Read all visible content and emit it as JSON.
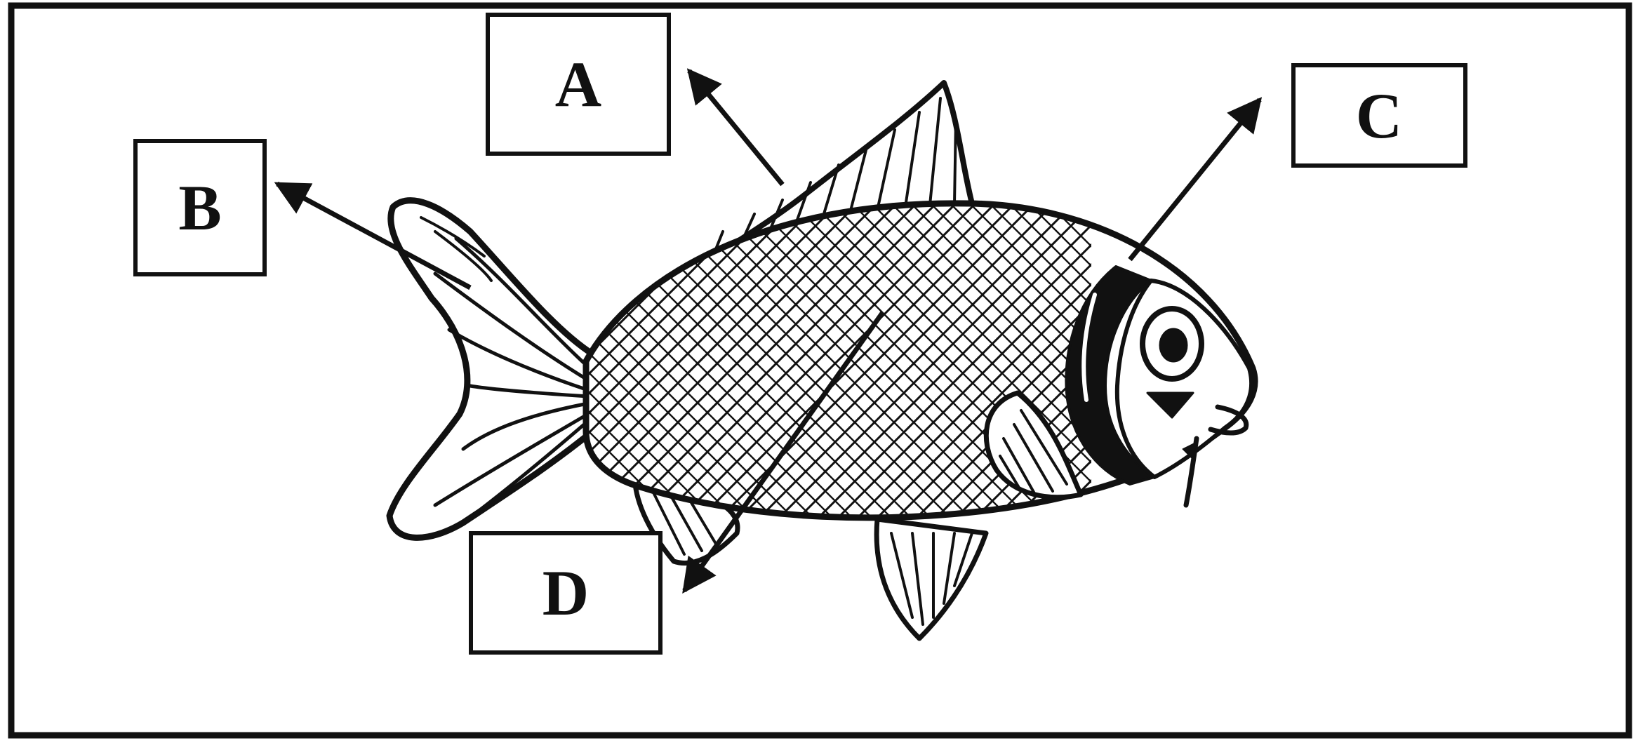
{
  "colors": {
    "ink": "#111111",
    "background": "#ffffff"
  },
  "labels": {
    "a": "A",
    "b": "B",
    "c": "C",
    "d": "D"
  },
  "icons": {
    "subject": "fish-illustration-icon",
    "pointer": "arrow-pointer"
  }
}
